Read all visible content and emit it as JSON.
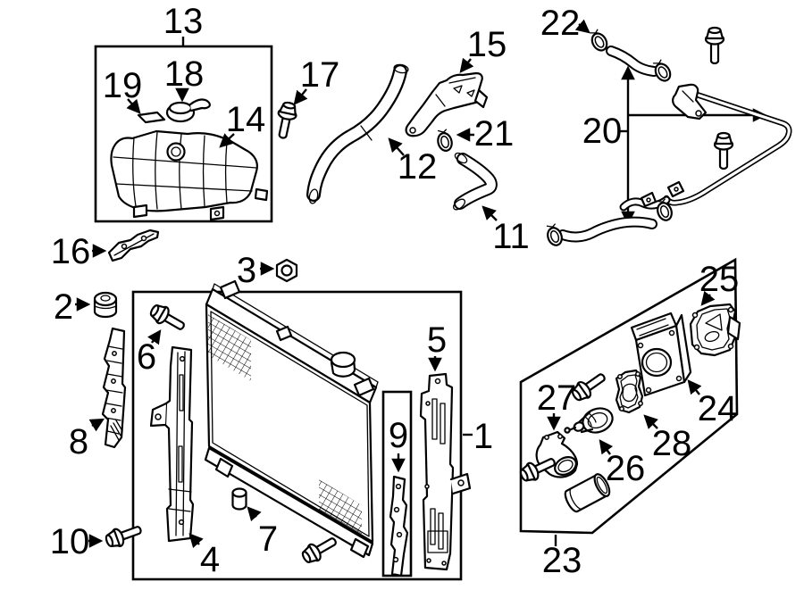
{
  "diagram": {
    "type": "exploded-parts-line-drawing",
    "colors": {
      "ink": "#000000",
      "background": "#ffffff"
    }
  },
  "callouts": {
    "1": "1",
    "2": "2",
    "3": "3",
    "4": "4",
    "5": "5",
    "6": "6",
    "7": "7",
    "8": "8",
    "9": "9",
    "10": "10",
    "11": "11",
    "12": "12",
    "13": "13",
    "14": "14",
    "15": "15",
    "16": "16",
    "17": "17",
    "18": "18",
    "19": "19",
    "20": "20",
    "21": "21",
    "22": "22",
    "23": "23",
    "24": "24",
    "25": "25",
    "26": "26",
    "27": "27",
    "28": "28"
  }
}
